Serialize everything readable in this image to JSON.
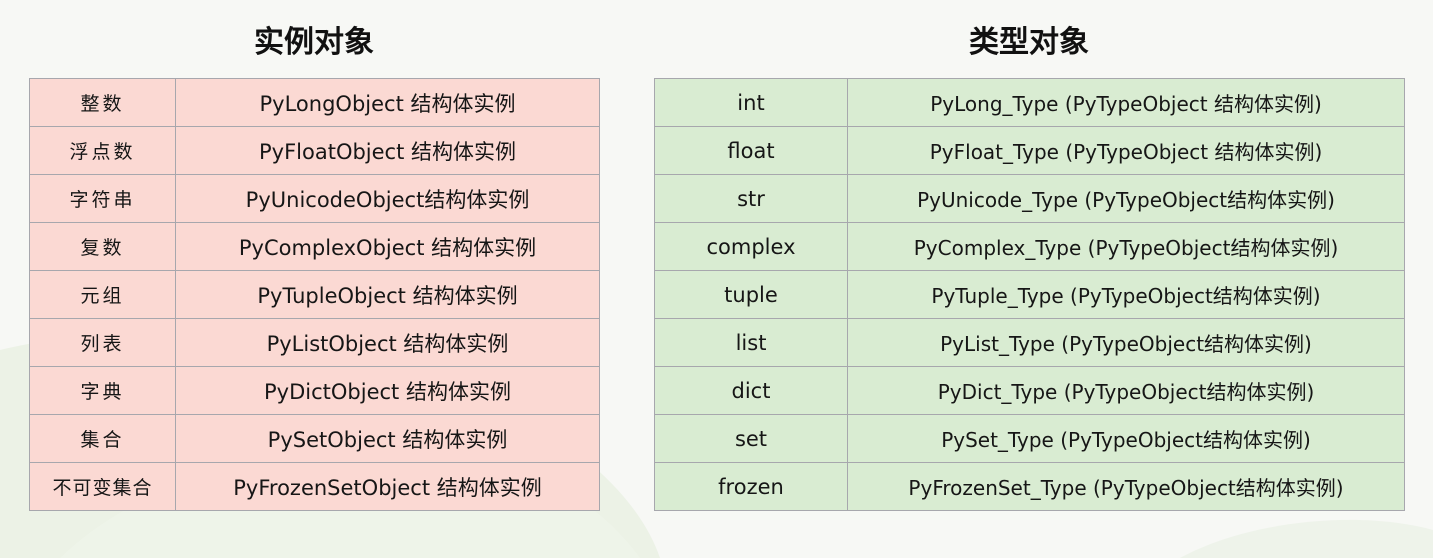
{
  "instance_panel": {
    "title": "实例对象",
    "rows": [
      {
        "name": "整数",
        "struct": "PyLongObject 结构体实例"
      },
      {
        "name": "浮点数",
        "struct": "PyFloatObject 结构体实例"
      },
      {
        "name": "字符串",
        "struct": "PyUnicodeObject结构体实例"
      },
      {
        "name": "复数",
        "struct": "PyComplexObject 结构体实例"
      },
      {
        "name": "元组",
        "struct": "PyTupleObject 结构体实例"
      },
      {
        "name": "列表",
        "struct": "PyListObject 结构体实例"
      },
      {
        "name": "字典",
        "struct": "PyDictObject 结构体实例"
      },
      {
        "name": "集合",
        "struct": "PySetObject 结构体实例"
      },
      {
        "name": "不可变集合",
        "struct": "PyFrozenSetObject 结构体实例"
      }
    ]
  },
  "type_panel": {
    "title": "类型对象",
    "rows": [
      {
        "name": "int",
        "type": "PyLong_Type (PyTypeObject 结构体实例)"
      },
      {
        "name": "float",
        "type": "PyFloat_Type (PyTypeObject 结构体实例)"
      },
      {
        "name": "str",
        "type": "PyUnicode_Type (PyTypeObject结构体实例)"
      },
      {
        "name": "complex",
        "type": "PyComplex_Type (PyTypeObject结构体实例)"
      },
      {
        "name": "tuple",
        "type": "PyTuple_Type (PyTypeObject结构体实例)"
      },
      {
        "name": "list",
        "type": "PyList_Type (PyTypeObject结构体实例)"
      },
      {
        "name": "dict",
        "type": "PyDict_Type (PyTypeObject结构体实例)"
      },
      {
        "name": "set",
        "type": "PySet_Type (PyTypeObject结构体实例)"
      },
      {
        "name": "frozen",
        "type": "PyFrozenSet_Type (PyTypeObject结构体实例)"
      }
    ]
  },
  "colors": {
    "background": "#f7f8f5",
    "instance_fill": "#fbd9d3",
    "type_fill": "#d9ecd2",
    "border": "#a7a7ad",
    "decor_leaf": "#e9f1e4"
  }
}
